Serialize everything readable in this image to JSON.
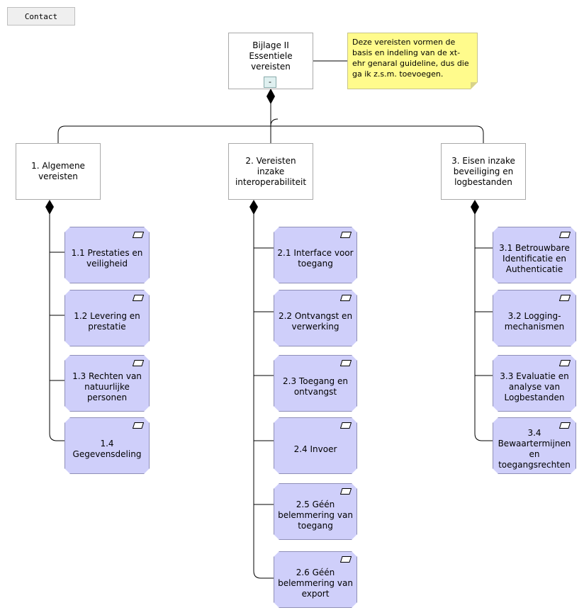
{
  "toolbar": {
    "contact_label": "Contact"
  },
  "diagram": {
    "root": {
      "label": "Bijlage II\nEssentiele vereisten",
      "collapse_symbol": "-"
    },
    "note": {
      "text": "Deze vereisten vormen de basis en indeling van de xt-ehr genaral guideline, dus die ga ik z.s.m. toevoegen."
    },
    "groups": [
      {
        "label": "1.  Algemene\nvereisten",
        "requirements": [
          "1.1  Prestaties en\nveiligheid",
          "1.2  Levering en\nprestatie",
          "1.3  Rechten van\nnatuurlijke personen",
          "1.4  Gegevensdeling"
        ]
      },
      {
        "label": "2.  Vereisten inzake\ninteroperabiliteit",
        "requirements": [
          "2.1  Interface voor\ntoegang",
          "2.2  Ontvangst en\nverwerking",
          "2.3  Toegang en\nontvangst",
          "2.4  Invoer",
          "2.5  Géén\nbelemmering van\ntoegang",
          "2.6  Géén\nbelemmering van\nexport"
        ]
      },
      {
        "label": "3.  Eisen inzake\nbeveiliging en\nlogbestanden",
        "requirements": [
          "3.1  Betrouwbare\nIdentificatie en\nAuthenticatie",
          "3.2  Logging-\nmechanismen",
          "3.3  Evaluatie en\nanalyse van\nLogbestanden",
          "3.4  Bewaartermijnen\nen toegangsrechten"
        ]
      }
    ]
  },
  "colors": {
    "requirement_fill": "#cfcffa",
    "note_fill": "#fffb8c",
    "connector": "#000000"
  }
}
